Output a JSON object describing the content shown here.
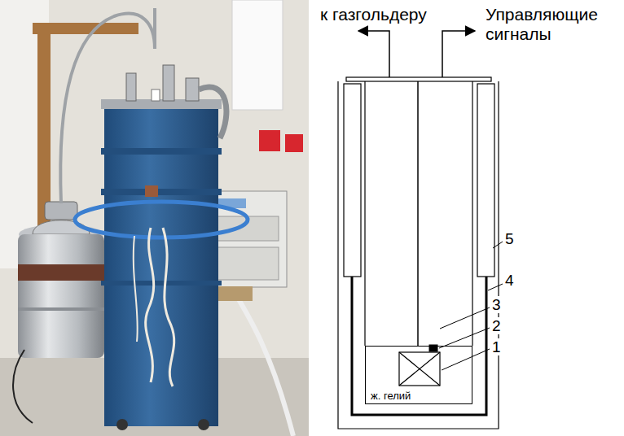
{
  "diagram": {
    "nodes": [
      {
        "text": [
          "ж. гелий"
        ]
      }
    ],
    "labels": [
      "к газгольдеру",
      "Управляющие сигналы",
      "5",
      "4",
      "3",
      "2",
      "1"
    ]
  }
}
